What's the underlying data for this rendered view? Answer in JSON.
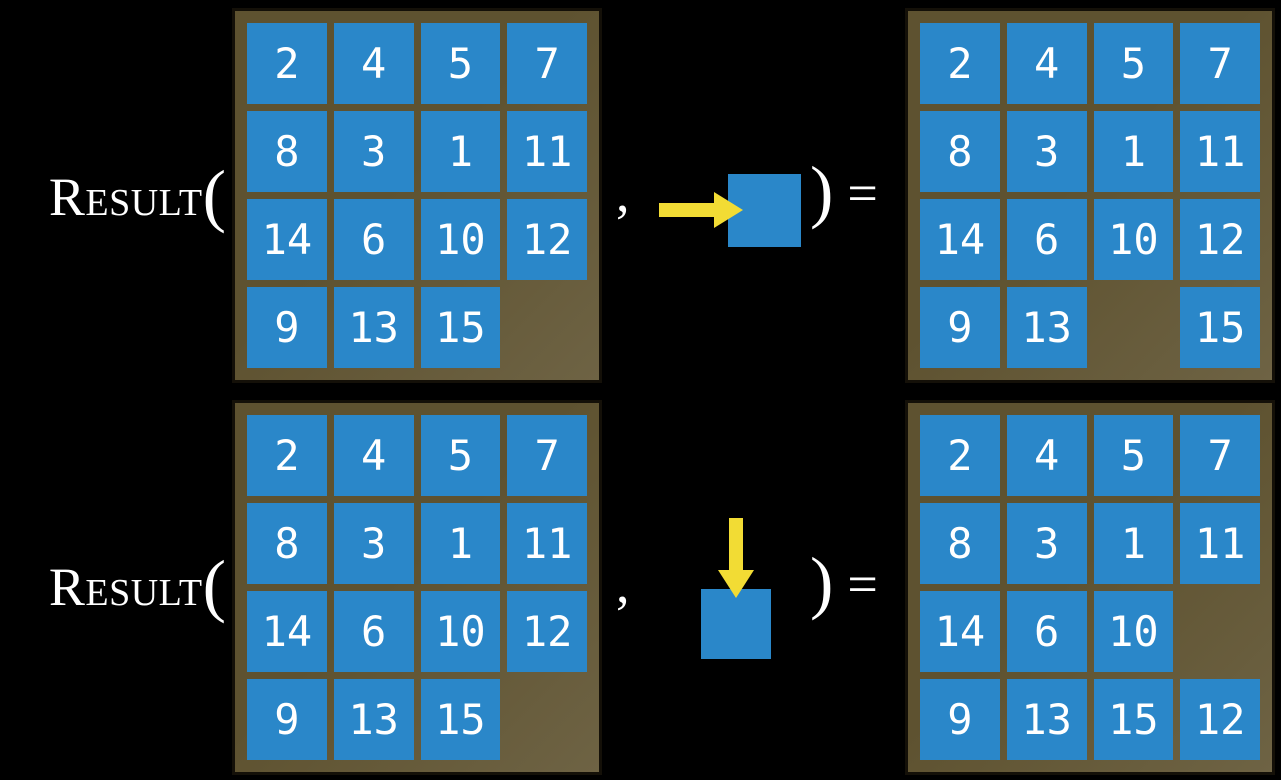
{
  "function": {
    "name": "Result",
    "open_paren": "(",
    "comma": ",",
    "close_paren": ")",
    "equals": "="
  },
  "examples": [
    {
      "id": "slide-tile-right",
      "action_icon": "right-arrow-icon",
      "before": [
        [
          "2",
          "4",
          "5",
          "7"
        ],
        [
          "8",
          "3",
          "1",
          "11"
        ],
        [
          "14",
          "6",
          "10",
          "12"
        ],
        [
          "9",
          "13",
          "15",
          ""
        ]
      ],
      "after": [
        [
          "2",
          "4",
          "5",
          "7"
        ],
        [
          "8",
          "3",
          "1",
          "11"
        ],
        [
          "14",
          "6",
          "10",
          "12"
        ],
        [
          "9",
          "13",
          "",
          "15"
        ]
      ]
    },
    {
      "id": "slide-tile-down",
      "action_icon": "down-arrow-icon",
      "before": [
        [
          "2",
          "4",
          "5",
          "7"
        ],
        [
          "8",
          "3",
          "1",
          "11"
        ],
        [
          "14",
          "6",
          "10",
          "12"
        ],
        [
          "9",
          "13",
          "15",
          ""
        ]
      ],
      "after": [
        [
          "2",
          "4",
          "5",
          "7"
        ],
        [
          "8",
          "3",
          "1",
          "11"
        ],
        [
          "14",
          "6",
          "10",
          ""
        ],
        [
          "9",
          "13",
          "15",
          "12"
        ]
      ]
    }
  ],
  "colors": {
    "background": "#000000",
    "tile_blue": "#2A87C9",
    "frame_dark": "#5E5230",
    "frame_light": "#6E6344",
    "frame_border": "#141008",
    "arrow_yellow": "#F2DC34",
    "text_white": "#FFFFFF"
  }
}
